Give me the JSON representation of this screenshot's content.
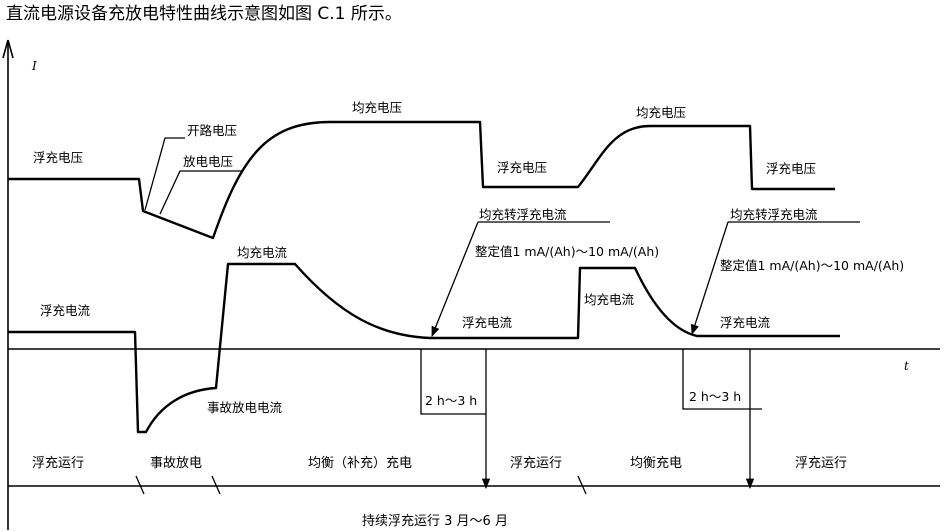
{
  "caption": "直流电源设备充放电特性曲线示意图如图 C.1 所示。",
  "axis": {
    "y_label": "I",
    "x_label": "t"
  },
  "voltage_labels": {
    "float_left": "浮充电压",
    "open_circuit": "开路电压",
    "discharge": "放电电压",
    "equalize_1": "均充电压",
    "float_mid": "浮充电压",
    "equalize_2": "均充电压",
    "float_right": "浮充电压"
  },
  "current_labels": {
    "float_left": "浮充电流",
    "equalize_1": "均充电流",
    "accident": "事故放电电流",
    "float_mid": "浮充电流",
    "equalize_2": "均充电流",
    "float_right": "浮充电流"
  },
  "transitions": {
    "switch_1": "均充转浮充电流",
    "switch_2": "均充转浮充电流",
    "setting_1": "整定值1 mA/(Ah)～10 mA/(Ah)",
    "setting_2": "整定值1 mA/(Ah)～10 mA/(Ah)",
    "hold_1": "2 h～3 h",
    "hold_2": "2 h～3 h"
  },
  "phases": [
    "浮充运行",
    "事故放电",
    "均衡（补充）充电",
    "浮充运行",
    "均衡充电",
    "浮充运行"
  ],
  "footer": "持续浮充运行 3 月～6 月"
}
